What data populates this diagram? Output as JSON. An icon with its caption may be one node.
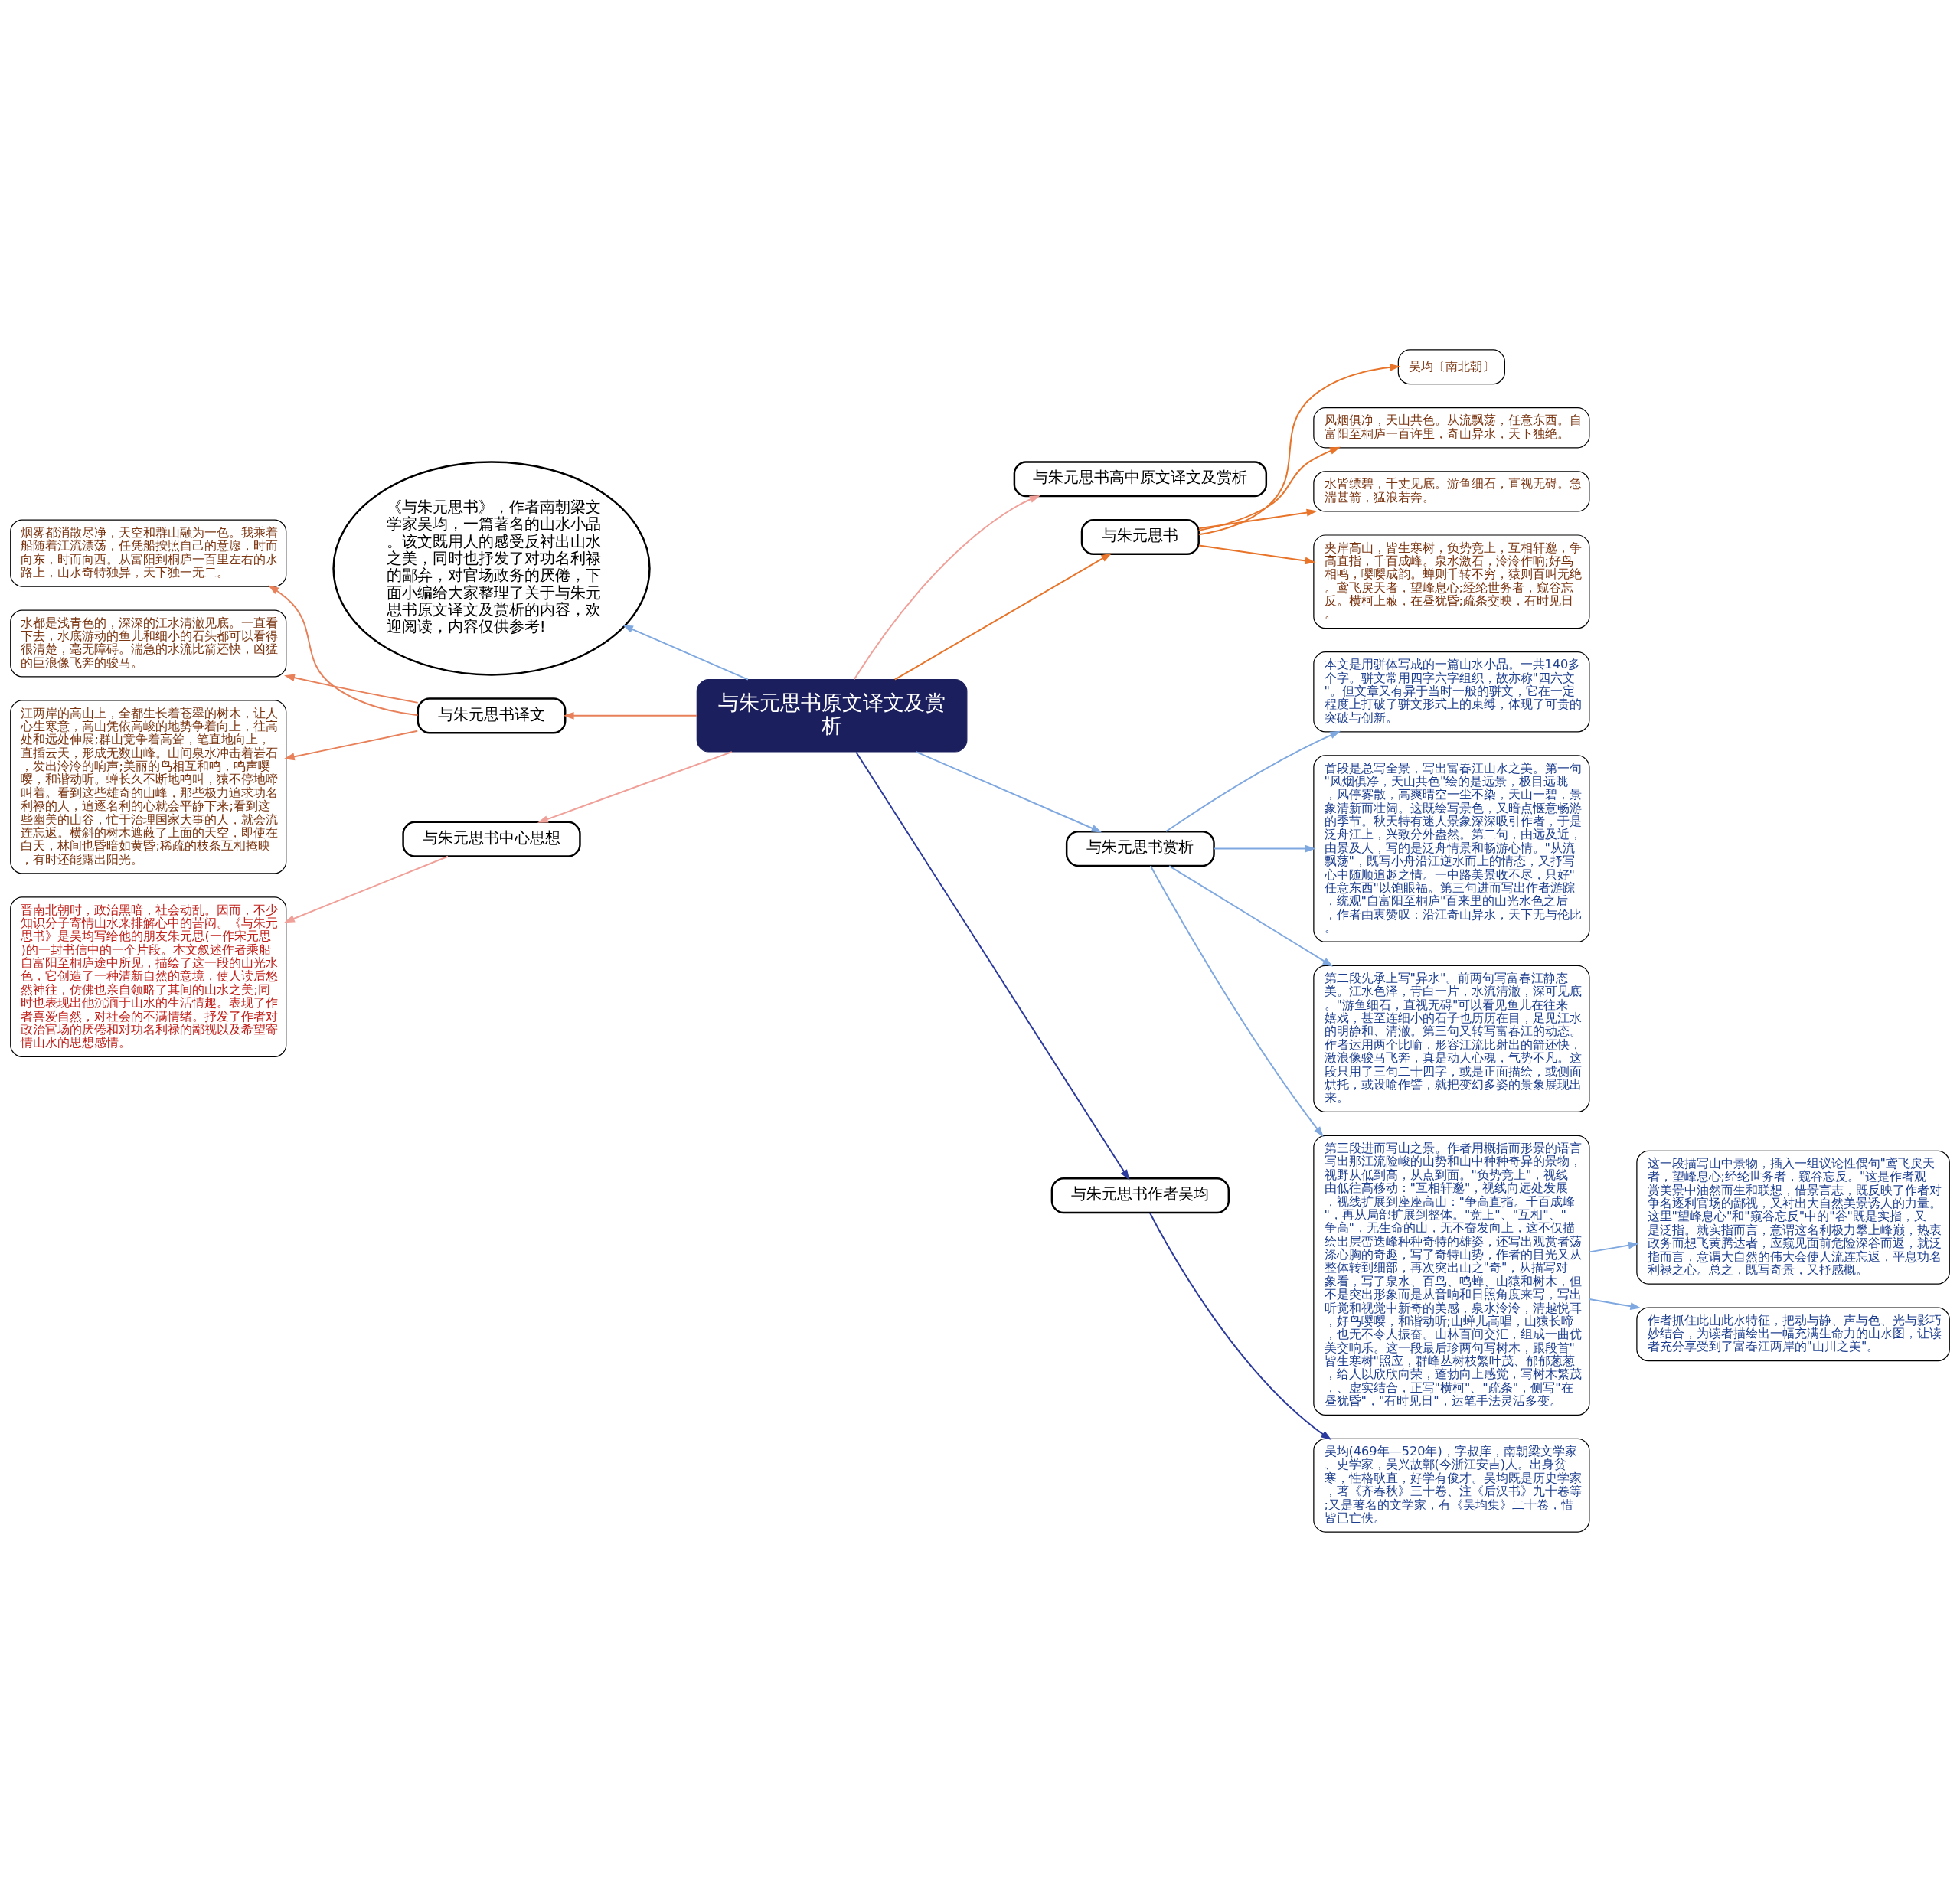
{
  "diagram": {
    "nodes": [
      {
        "text": [
          "与朱元思书原文译文及赏析"
        ]
      },
      {
        "text": [
          "与朱元思书高中原文译文及赏析"
        ]
      },
      {
        "text": [
          "与朱元思书"
        ]
      },
      {
        "text": [
          "吴均〔南北朝〕"
        ]
      },
      {
        "text": [
          "风烟俱净，天山共色。从流飘荡，任意东西。自富阳至桐庐一百许里，奇山异水，天下独绝。"
        ]
      },
      {
        "text": [
          "水皆缥碧，千丈见底。游鱼细石，直视无碍。急湍甚箭，猛浪若奔。"
        ]
      },
      {
        "text": [
          "夹岸高山，皆生寒树，负势竞上，互相轩邈，争高直指，千百成峰。泉水激石，泠泠作响;好鸟相鸣，嘤嘤成韵。蝉则千转不穷，猿则百叫无绝。鸢飞戾天者，望峰息心;经纶世务者，窥谷忘反。横柯上蔽，在昼犹昏;疏条交映，有时见日。"
        ]
      },
      {
        "text": [
          "与朱元思书赏析"
        ]
      },
      {
        "text": [
          "本文是用骈体写成的一篇山水小品。一共140多个字。骈文常用四字六字组织，故亦称\"四六文\"。但文章又有异于当时一般的骈文，它在一定程度上打破了骈文形式上的束缚，体现了可贵的突破与创新。"
        ]
      },
      {
        "text": [
          "首段是总写全景，写出富春江山水之美。第一句\"风烟俱净，天山共色\"绘的是远景，极目远眺，风停雾散，高爽晴空一尘不染，天山一碧，景象清新而壮阔。这既绘写景色，又暗点惬意畅游的季节。秋天特有迷人景象深深吸引作者，于是泛舟江上，兴致分外盎然。第二句，由远及近，由景及人，写的是泛舟情景和畅游心情。\"从流飘荡\"，既写小舟沿江逆水而上的情态，又抒写心中随顺追趣之情。一中路美景收不尽，只好\"任意东西\"以饱眼福。第三句进而写出作者游踪，统观\"自富阳至桐庐\"百来里的山光水色之后，作者由衷赞叹：沿江奇山异水，天下无与伦比。"
        ]
      },
      {
        "text": [
          "第二段先承上写\"异水\"。前两句写富春江静态美。江水色泽，青白一片，水流清澈，深可见底。\"游鱼细石，直视无碍\"可以看见鱼儿在往来嬉戏，甚至连细小的石子也历历在目，足见江水的明静和、清澈。第三句又转写富春江的动态。作者运用两个比喻，形容江流比射出的箭还快，激浪像骏马飞奔，真是动人心魂，气势不凡。这段只用了三句二十四字，或是正面描绘，或侧面烘托，或设喻作譬，就把变幻多姿的景象展现出来。"
        ]
      },
      {
        "text": [
          "第三段进而写山之景。作者用概括而形景的语言写出那江流险峻的山势和山中种种奇异的景物，视野从低到高，从点到面。\"负势竞上\"，视线由低往高移动：\"互相轩邈\"，视线向远处发展，视线扩展到座座高山：\"争高直指。千百成峰\"，再从局部扩展到整体。\"竞上\"、\"互相\"、\"争高\"，无生命的山，无不奋发向上，这不仅描绘出层峦迭峰种种奇特的雄姿，还写出观赏者荡涤心胸的奇趣，写了奇特山势，作者的目光又从整体转到细部，再次突出山之\"奇\"，从描写对象看，写了泉水、百鸟、鸣蝉、山猿和树木，但不是突出形象而是从音响和日照角度来写，写出听觉和视觉中新奇的美感，泉水泠泠，清越悦耳，好鸟嘤嘤，和谐动听;山蝉儿高唱，山猿长啼，也无不令人振奋。山林百间交汇，组成一曲优美交响乐。这一段最后珍两句写树木，跟段首\"皆生寒树\"照应，群峰丛树枝繁叶茂、郁郁葱葱，给人以欣欣向荣，蓬勃向上感觉，写树木繁茂，、虚实结合，正写\"横柯\"、\"疏条\"，侧写\"在昼犹昏\"，\"有时见日\"，运笔手法灵活多变。"
        ]
      },
      {
        "text": [
          "这一段描写山中景物，插入一组议论性偶句\"鸢飞戾天者，望峰息心;经纶世务者，窥谷忘反。\"这是作者观赏美景中油然而生和联想，借景言志，既反映了作者对争名逐利官场的鄙视，又衬出大自然美景诱人的力量。这里\"望峰息心\"和\"窥谷忘反\"中的\"谷\"既是实指，又是泛指。就实指而言，意谓这名利极力攀上峰巅，热衷政务而想飞黄腾达者，应窥见面前危险深谷而返，就泛指而言，意谓大自然的伟大会使人流连忘返，平息功名利禄之心。总之，既写奇景，又抒感概。"
        ]
      },
      {
        "text": [
          "作者抓住此山此水特征，把动与静、声与色、光与影巧妙结合，为读者描绘出一幅充满生命力的山水图，让读者充分享受到了富春江两岸的\"山川之美\"。"
        ]
      },
      {
        "text": [
          "与朱元思书作者吴均"
        ]
      },
      {
        "text": [
          "吴均(469年—520年)，字叔庠，南朝梁文学家、史学家，吴兴故鄣(今浙江安吉)人。出身贫寒，性格耿直，好学有俊才。吴均既是历史学家，著《齐春秋》三十卷、注《后汉书》九十卷等;又是著名的文学家，有《吴均集》二十卷，惜皆已亡佚。"
        ]
      },
      {
        "text": [
          "《与朱元思书》，作者南朝梁文学家吴均，一篇著名的山水小品。该文既用人的感受反衬出山水之美，同时也抒发了对功名利禄的鄙弃，对官场政务的厌倦，下面小编给大家整理了关于与朱元思书原文译文及赏析的内容，欢迎阅读，内容仅供参考!"
        ]
      },
      {
        "text": [
          "与朱元思书译文"
        ]
      },
      {
        "text": [
          "烟雾都消散尽净，天空和群山融为一色。我乘着船随着江流漂荡，任凭船按照自己的意愿，时而向东，时而向西。从富阳到桐庐一百里左右的水路上，山水奇特独异，天下独一无二。"
        ]
      },
      {
        "text": [
          "水都是浅青色的，深深的江水清澈见底。一直看下去，水底游动的鱼儿和细小的石头都可以看得很清楚，毫无障碍。湍急的水流比箭还快，凶猛的巨浪像飞奔的骏马。"
        ]
      },
      {
        "text": [
          "江两岸的高山上，全都生长着苍翠的树木，让人心生寒意，高山凭依高峻的地势争着向上，往高处和远处伸展;群山竞争着高耸，笔直地向上，直插云天，形成无数山峰。山间泉水冲击着岩石，发出泠泠的响声;美丽的鸟相互和鸣，鸣声嘤嘤，和谐动听。蝉长久不断地鸣叫，猿不停地啼叫着。看到这些雄奇的山峰，那些极力追求功名利禄的人，追逐名利的心就会平静下来;看到这些幽美的山谷，忙于治理国家大事的人，就会流连忘返。横斜的树木遮蔽了上面的天空，即使在白天，林间也昏暗如黄昏;稀疏的枝条互相掩映，有时还能露出阳光。"
        ]
      },
      {
        "text": [
          "与朱元思书中心思想"
        ]
      },
      {
        "text": [
          "晋南北朝时，政治黑暗，社会动乱。因而，不少知识分子寄情山水来排解心中的苦闷。《与朱元思书》是吴均写给他的朋友朱元思(一作宋元思)的一封书信中的一个片段。本文叙述作者乘船自富阳至桐庐途中所见，描绘了这一段的山光水色，它创造了一种清新自然的意境，使人读后悠然神往，仿佛也亲自领略了其间的山水之美;同时也表现出他沉湎于山水的生活情趣。表现了作者喜爱自然，对社会的不满情绪。抒发了作者对政治官场的厌倦和对功名利禄的鄙视以及希望寄情山水的思想感情。"
        ]
      }
    ],
    "edges": [
      {
        "from": 0,
        "to": 1,
        "arrow": "to",
        "color": "#f0a098"
      },
      {
        "from": 0,
        "to": 2,
        "arrow": "to",
        "color": "#e8742a"
      },
      {
        "from": 2,
        "to": 3,
        "arrow": "to",
        "color": "#e8742a"
      },
      {
        "from": 2,
        "to": 4,
        "arrow": "to",
        "color": "#e8742a"
      },
      {
        "from": 2,
        "to": 5,
        "arrow": "to",
        "color": "#e8742a"
      },
      {
        "from": 2,
        "to": 6,
        "arrow": "to",
        "color": "#e8742a"
      },
      {
        "from": 0,
        "to": 7,
        "arrow": "to"
      },
      {
        "from": 7,
        "to": 8,
        "arrow": "to"
      },
      {
        "from": 7,
        "to": 9,
        "arrow": "to"
      },
      {
        "from": 7,
        "to": 10,
        "arrow": "to"
      },
      {
        "from": 7,
        "to": 11,
        "arrow": "to"
      },
      {
        "from": 11,
        "to": 12,
        "arrow": "to"
      },
      {
        "from": 11,
        "to": 13,
        "arrow": "to"
      },
      {
        "from": 0,
        "to": 14,
        "arrow": "to",
        "color": "#2b3a9e"
      },
      {
        "from": 14,
        "to": 15,
        "arrow": "to",
        "color": "#2b3a9e"
      },
      {
        "from": 0,
        "to": 16,
        "arrow": "to"
      },
      {
        "from": 0,
        "to": 17,
        "arrow": "to",
        "color": "#e8805a"
      },
      {
        "from": 17,
        "to": 18,
        "arrow": "to",
        "color": "#e8805a"
      },
      {
        "from": 17,
        "to": 19,
        "arrow": "to",
        "color": "#e8805a"
      },
      {
        "from": 17,
        "to": 20,
        "arrow": "to",
        "color": "#e8805a"
      },
      {
        "from": 0,
        "to": 21,
        "arrow": "to",
        "color": "#f0a098"
      },
      {
        "from": 21,
        "to": 22,
        "arrow": "to",
        "color": "#f0a098"
      }
    ]
  }
}
